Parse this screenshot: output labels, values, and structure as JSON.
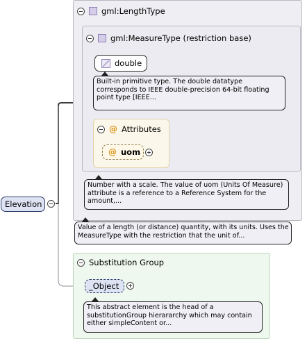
{
  "root_element": {
    "label": "Elevation"
  },
  "type_group": {
    "title": "gml:LengthType",
    "restriction_group": {
      "title": "gml:MeasureType (restriction base)",
      "base_type": {
        "label": "double"
      },
      "base_type_doc": [
        "Built-in primitive type. The double datatype",
        "corresponds to IEEE double-precision 64-bit floating",
        "point type [IEEE..."
      ],
      "attributes_group": {
        "title": "Attributes",
        "attribute": {
          "label": "uom"
        }
      }
    },
    "measure_doc": [
      "Number with a scale. The value of uom (Units Of Measure)",
      "attribute is a reference to a Reference System for the",
      "amount,..."
    ],
    "length_doc": [
      "Value of a length (or distance) quantity, with its units. Uses the",
      "MeasureType with the restriction that the unit of..."
    ]
  },
  "substitution_group": {
    "title": "Substitution Group",
    "element": {
      "label": "_Object"
    },
    "doc": [
      "This abstract element is the head of a",
      "substitutionGroup hierararchy which may contain",
      "either simpleContent or..."
    ]
  },
  "colors": {
    "group_gray_bg": "#efeff3",
    "group_green_bg": "#eef8ee",
    "element_bg": "#dde3f3",
    "attribute_icon": "#d9951b",
    "type_icon": "#d6cde9"
  }
}
